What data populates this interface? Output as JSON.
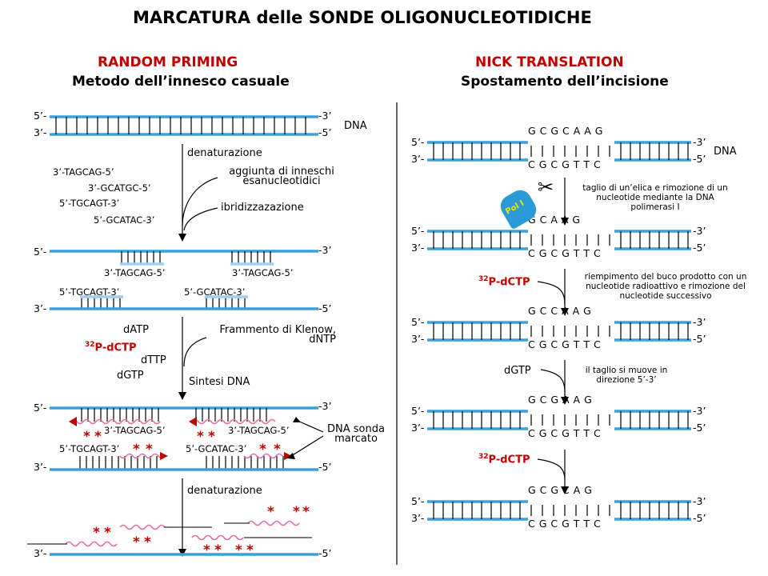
{
  "title": "MARCATURA delle SONDE OLIGONUCLEOTIDICHE",
  "left": {
    "heading": "RANDOM PRIMING",
    "subheading": "Metodo dell’innesco casuale",
    "end5": "5’-",
    "end3": "3’-",
    "end3r": "-3’",
    "end5r": "-5’",
    "dna_label": "DNA",
    "step_denat": "denaturazione",
    "step_primers": "aggiunta di inneschi esanucleotidici",
    "step_hybrid": "ibridizzazazione",
    "primers": [
      "3’-TAGCAG-5’",
      "3’-GCATGC-5’",
      "5’-TGCAGT-3’",
      "5’-GCATAC-3’"
    ],
    "bound_top": [
      "3’-TAGCAG-5’",
      "3’-TAGCAG-5’"
    ],
    "bound_bottom": [
      "5’-TGCAGT-3’",
      "5’-GCATAC-3’"
    ],
    "reagents": {
      "datp": "dATP",
      "dctp_sup": "32",
      "dctp": "P-dCTP",
      "dttp": "dTTP",
      "dgtp": "dGTP"
    },
    "klenow": "Frammento di Klenow, dNTP",
    "synthesis": "Sintesi DNA",
    "probe_label": "DNA sonda marcato",
    "step_denat2": "denaturazione",
    "star": "*"
  },
  "right": {
    "heading": "NICK TRANSLATION",
    "subheading": "Spostamento dell’incisione",
    "dna_label": "DNA",
    "pol": "Pol I",
    "scissors": "✂",
    "caption1": "taglio di un’elica e rimozione di un nucleotide mediante la DNA polimerasi I",
    "caption2": "riempimento del buco prodotto con un nucleotide radioattivo e rimozione del nucleotide successivo",
    "caption3": "il taglio si muove in direzione 5’-3’",
    "dctp_sup": "32",
    "dctp": "P-dCTP",
    "dgtp": "dGTP",
    "bottom_seq": "C G C G T T C",
    "stages": [
      {
        "top": "G C G C A A G"
      },
      {
        "top": "G C A A G"
      },
      {
        "top": "G C  C A A G"
      },
      {
        "top": "G C G  A A G"
      },
      {
        "top": "G C G C  A G"
      }
    ]
  },
  "colors": {
    "strand": "#3aa0dc",
    "red": "#c00000",
    "rung": "#000000"
  }
}
